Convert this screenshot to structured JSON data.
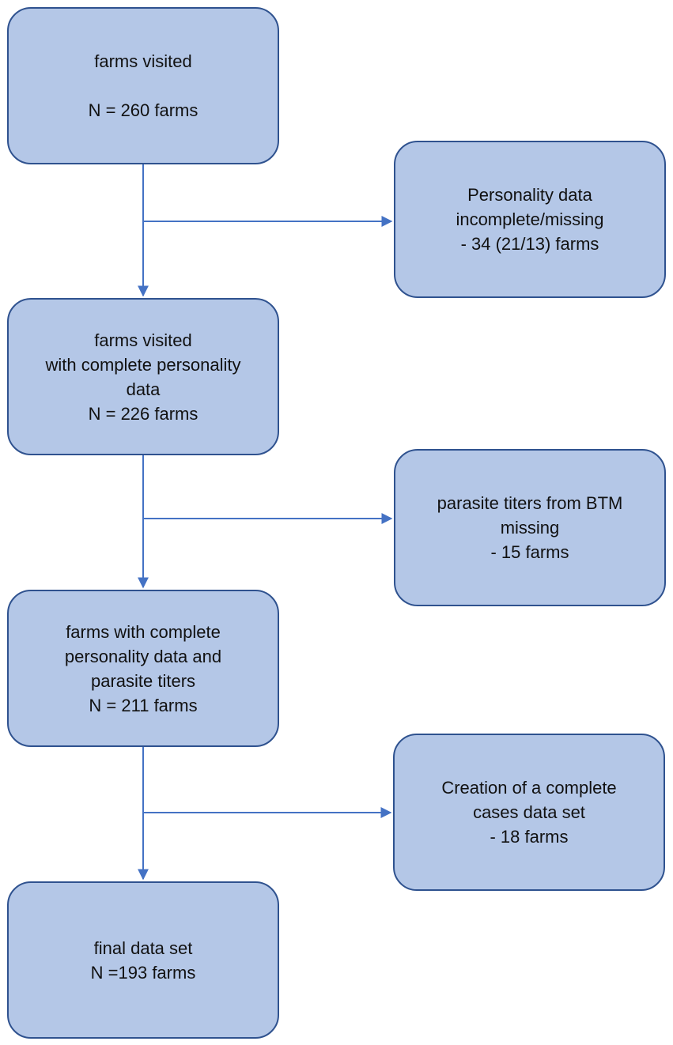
{
  "main_flow": [
    {
      "title": "farms visited",
      "count": "N = 260 farms"
    },
    {
      "title_lines": [
        "farms visited",
        "with complete personality",
        "data"
      ],
      "count": "N = 226 farms"
    },
    {
      "title_lines": [
        "farms with complete",
        "personality data and",
        "parasite titers"
      ],
      "count": "N = 211 farms"
    },
    {
      "title": "final data set",
      "count": "N =193 farms"
    }
  ],
  "exclusions": [
    {
      "lines": [
        "Personality data",
        "incomplete/missing",
        "- 34 (21/13) farms"
      ]
    },
    {
      "lines": [
        "parasite titers from BTM",
        "missing",
        "- 15 farms"
      ]
    },
    {
      "lines": [
        "Creation of a complete",
        "cases data set",
        "- 18 farms"
      ]
    }
  ],
  "colors": {
    "box_fill": "#b4c7e7",
    "box_border": "#2f528f",
    "connector": "#4472c4"
  }
}
